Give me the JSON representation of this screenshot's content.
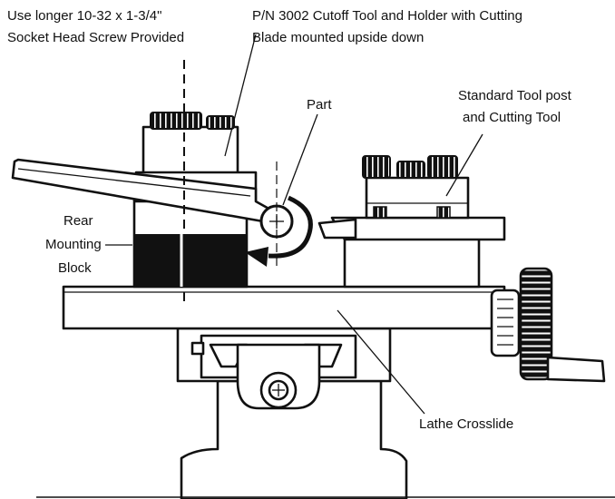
{
  "labels": {
    "screw_line1": "Use longer 10-32 x 1-3/4\"",
    "screw_line2": "Socket Head Screw Provided",
    "cutoff_line1": "P/N 3002 Cutoff Tool and Holder with Cutting",
    "cutoff_line2": "Blade mounted upside down",
    "part": "Part",
    "toolpost_line1": "Standard Tool post",
    "toolpost_line2": "and Cutting Tool",
    "rear_line1": "Rear",
    "rear_line2": "Mounting",
    "rear_line3": "Block",
    "crosslide": "Lathe Crosslide"
  }
}
